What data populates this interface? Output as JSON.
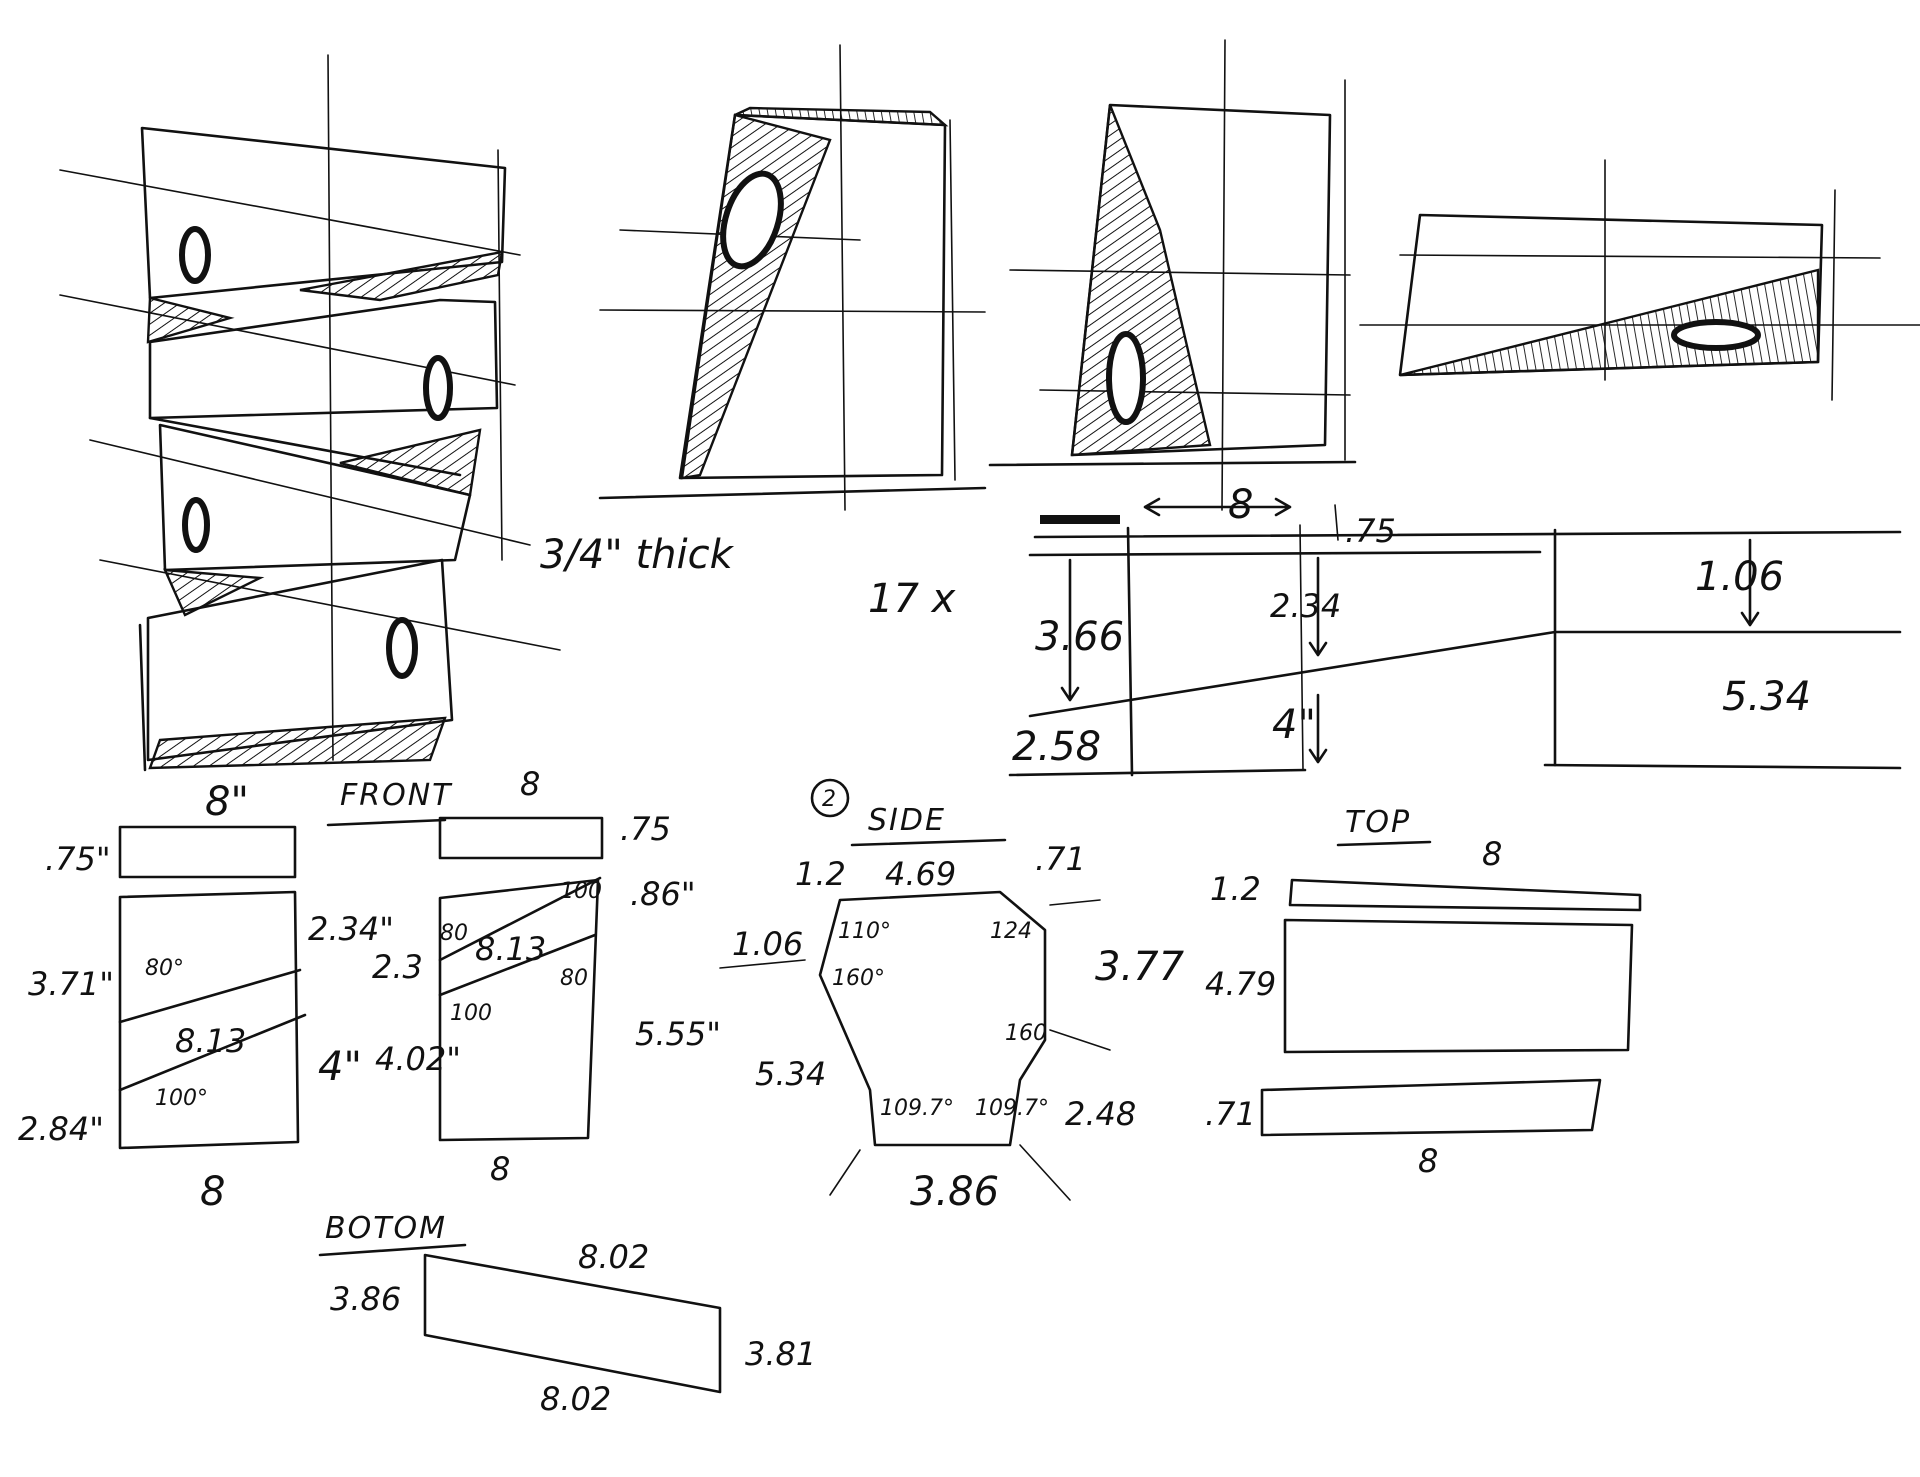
{
  "labels": {
    "thickness": "3/4\" thick",
    "count": "17 x",
    "front_title": "FRONT",
    "side_title": "SIDE",
    "top_title": "TOP",
    "bottom_title": "BOTOM",
    "circle_mark": "2"
  },
  "elevation": {
    "width": "8",
    "offset": ".75",
    "left_height": "3.66",
    "left_bottom": "2.58",
    "mid_upper": "2.34",
    "mid_lower": "4\"",
    "right_upper": "1.06",
    "right_lower": "5.34"
  },
  "front_a": {
    "width_top": "8\"",
    "width_bottom": "8",
    "strip": ".75\"",
    "left_upper": "3.71\"",
    "left_lower": "2.84\"",
    "right_upper": "2.34\"",
    "right_lower": "4\"",
    "diagonal": "8.13",
    "angle_upper": "80°",
    "angle_lower": "100°"
  },
  "front_b": {
    "width_top": "8",
    "width_bottom": "8",
    "strip": ".75",
    "right_top": ".86\"",
    "left_upper": "2.3",
    "left_lower": "4.02\"",
    "right_side": "5.55\"",
    "diagonal": "8.13",
    "angle_a": "80",
    "angle_b": "100",
    "angle_c": "80",
    "angle_d": "100"
  },
  "side": {
    "top": "4.69",
    "top_left": "1.2",
    "top_right": ".71",
    "left_upper": "1.06",
    "left_lower": "5.34",
    "right_upper": "3.77",
    "right_lower": "2.48",
    "bottom": "3.86",
    "angle_tl_1": "110°",
    "angle_tl_2": "160°",
    "angle_tr_1": "124",
    "angle_tr_2": "160",
    "angle_bl": "109.7°",
    "angle_br": "109.7°"
  },
  "top_view": {
    "width_top": "8",
    "width_bottom": "8",
    "strip_top": "1.2",
    "middle": "4.79",
    "strip_bottom": ".71"
  },
  "bottom_view": {
    "width_top": "8.02",
    "width_bottom": "8.02",
    "left": "3.86",
    "right": "3.81"
  }
}
